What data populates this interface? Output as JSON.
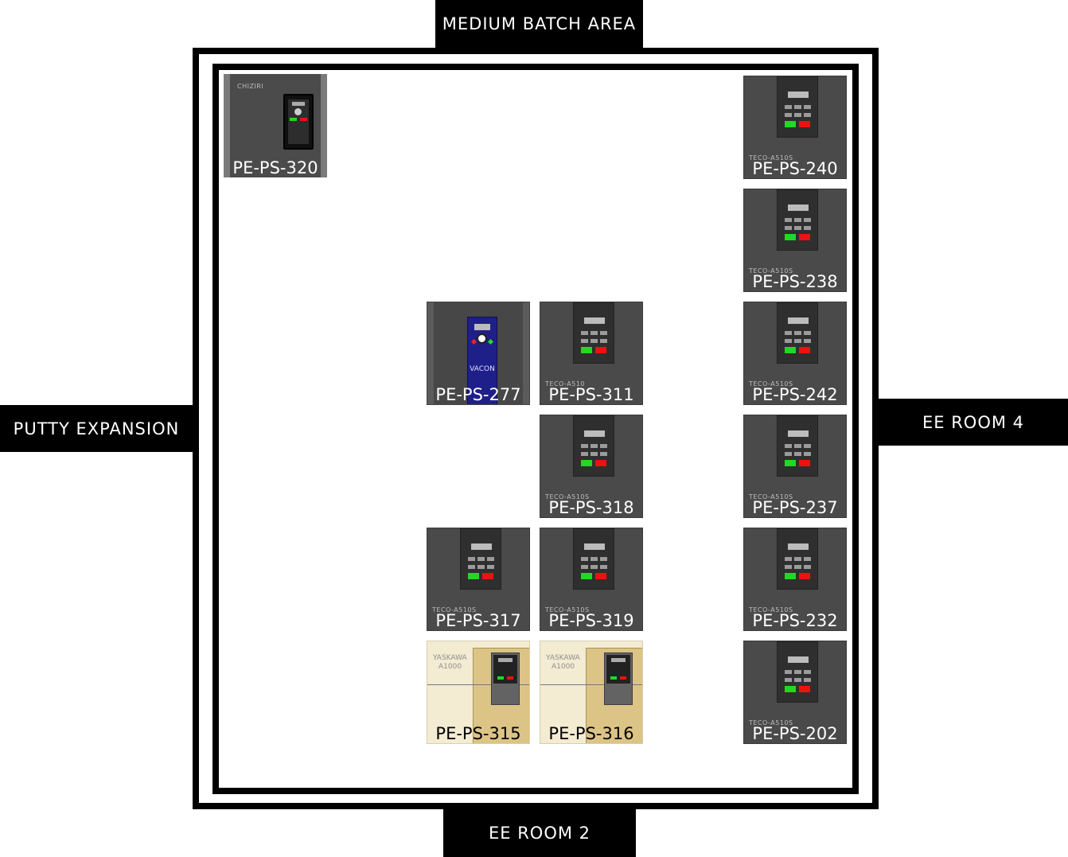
{
  "areas": {
    "top": "MEDIUM BATCH AREA",
    "left": "PUTTY EXPANSION",
    "right": "EE ROOM 4",
    "bottom": "EE ROOM 2"
  },
  "drives": [
    {
      "id": "PE-PS-320",
      "type": "chiziri",
      "brand": "CHIZIRI"
    },
    {
      "id": "PE-PS-240",
      "type": "teco",
      "brand": "TECO-A510S"
    },
    {
      "id": "PE-PS-238",
      "type": "teco",
      "brand": "TECO-A510S"
    },
    {
      "id": "PE-PS-277",
      "type": "vacon",
      "brand": "VACON"
    },
    {
      "id": "PE-PS-311",
      "type": "teco",
      "brand": "TECO-A510"
    },
    {
      "id": "PE-PS-242",
      "type": "teco",
      "brand": "TECO-A510S"
    },
    {
      "id": "PE-PS-318",
      "type": "teco",
      "brand": "TECO-A510S"
    },
    {
      "id": "PE-PS-237",
      "type": "teco",
      "brand": "TECO-A510S"
    },
    {
      "id": "PE-PS-317",
      "type": "teco",
      "brand": "TECO-A510S"
    },
    {
      "id": "PE-PS-319",
      "type": "teco",
      "brand": "TECO-A510S"
    },
    {
      "id": "PE-PS-232",
      "type": "teco",
      "brand": "TECO-A510S"
    },
    {
      "id": "PE-PS-315",
      "type": "yaskawa",
      "brand": "YASKAWA",
      "model": "A1000"
    },
    {
      "id": "PE-PS-316",
      "type": "yaskawa",
      "brand": "YASKAWA",
      "model": "A1000"
    },
    {
      "id": "PE-PS-202",
      "type": "teco",
      "brand": "TECO-A510S"
    }
  ],
  "colors": {
    "teco_body": "#4a4a4a",
    "run_button": "#22d822",
    "stop_button": "#ee1111",
    "vacon_panel": "#1f1f8a",
    "yaskawa_body": "#f3ebd2"
  }
}
